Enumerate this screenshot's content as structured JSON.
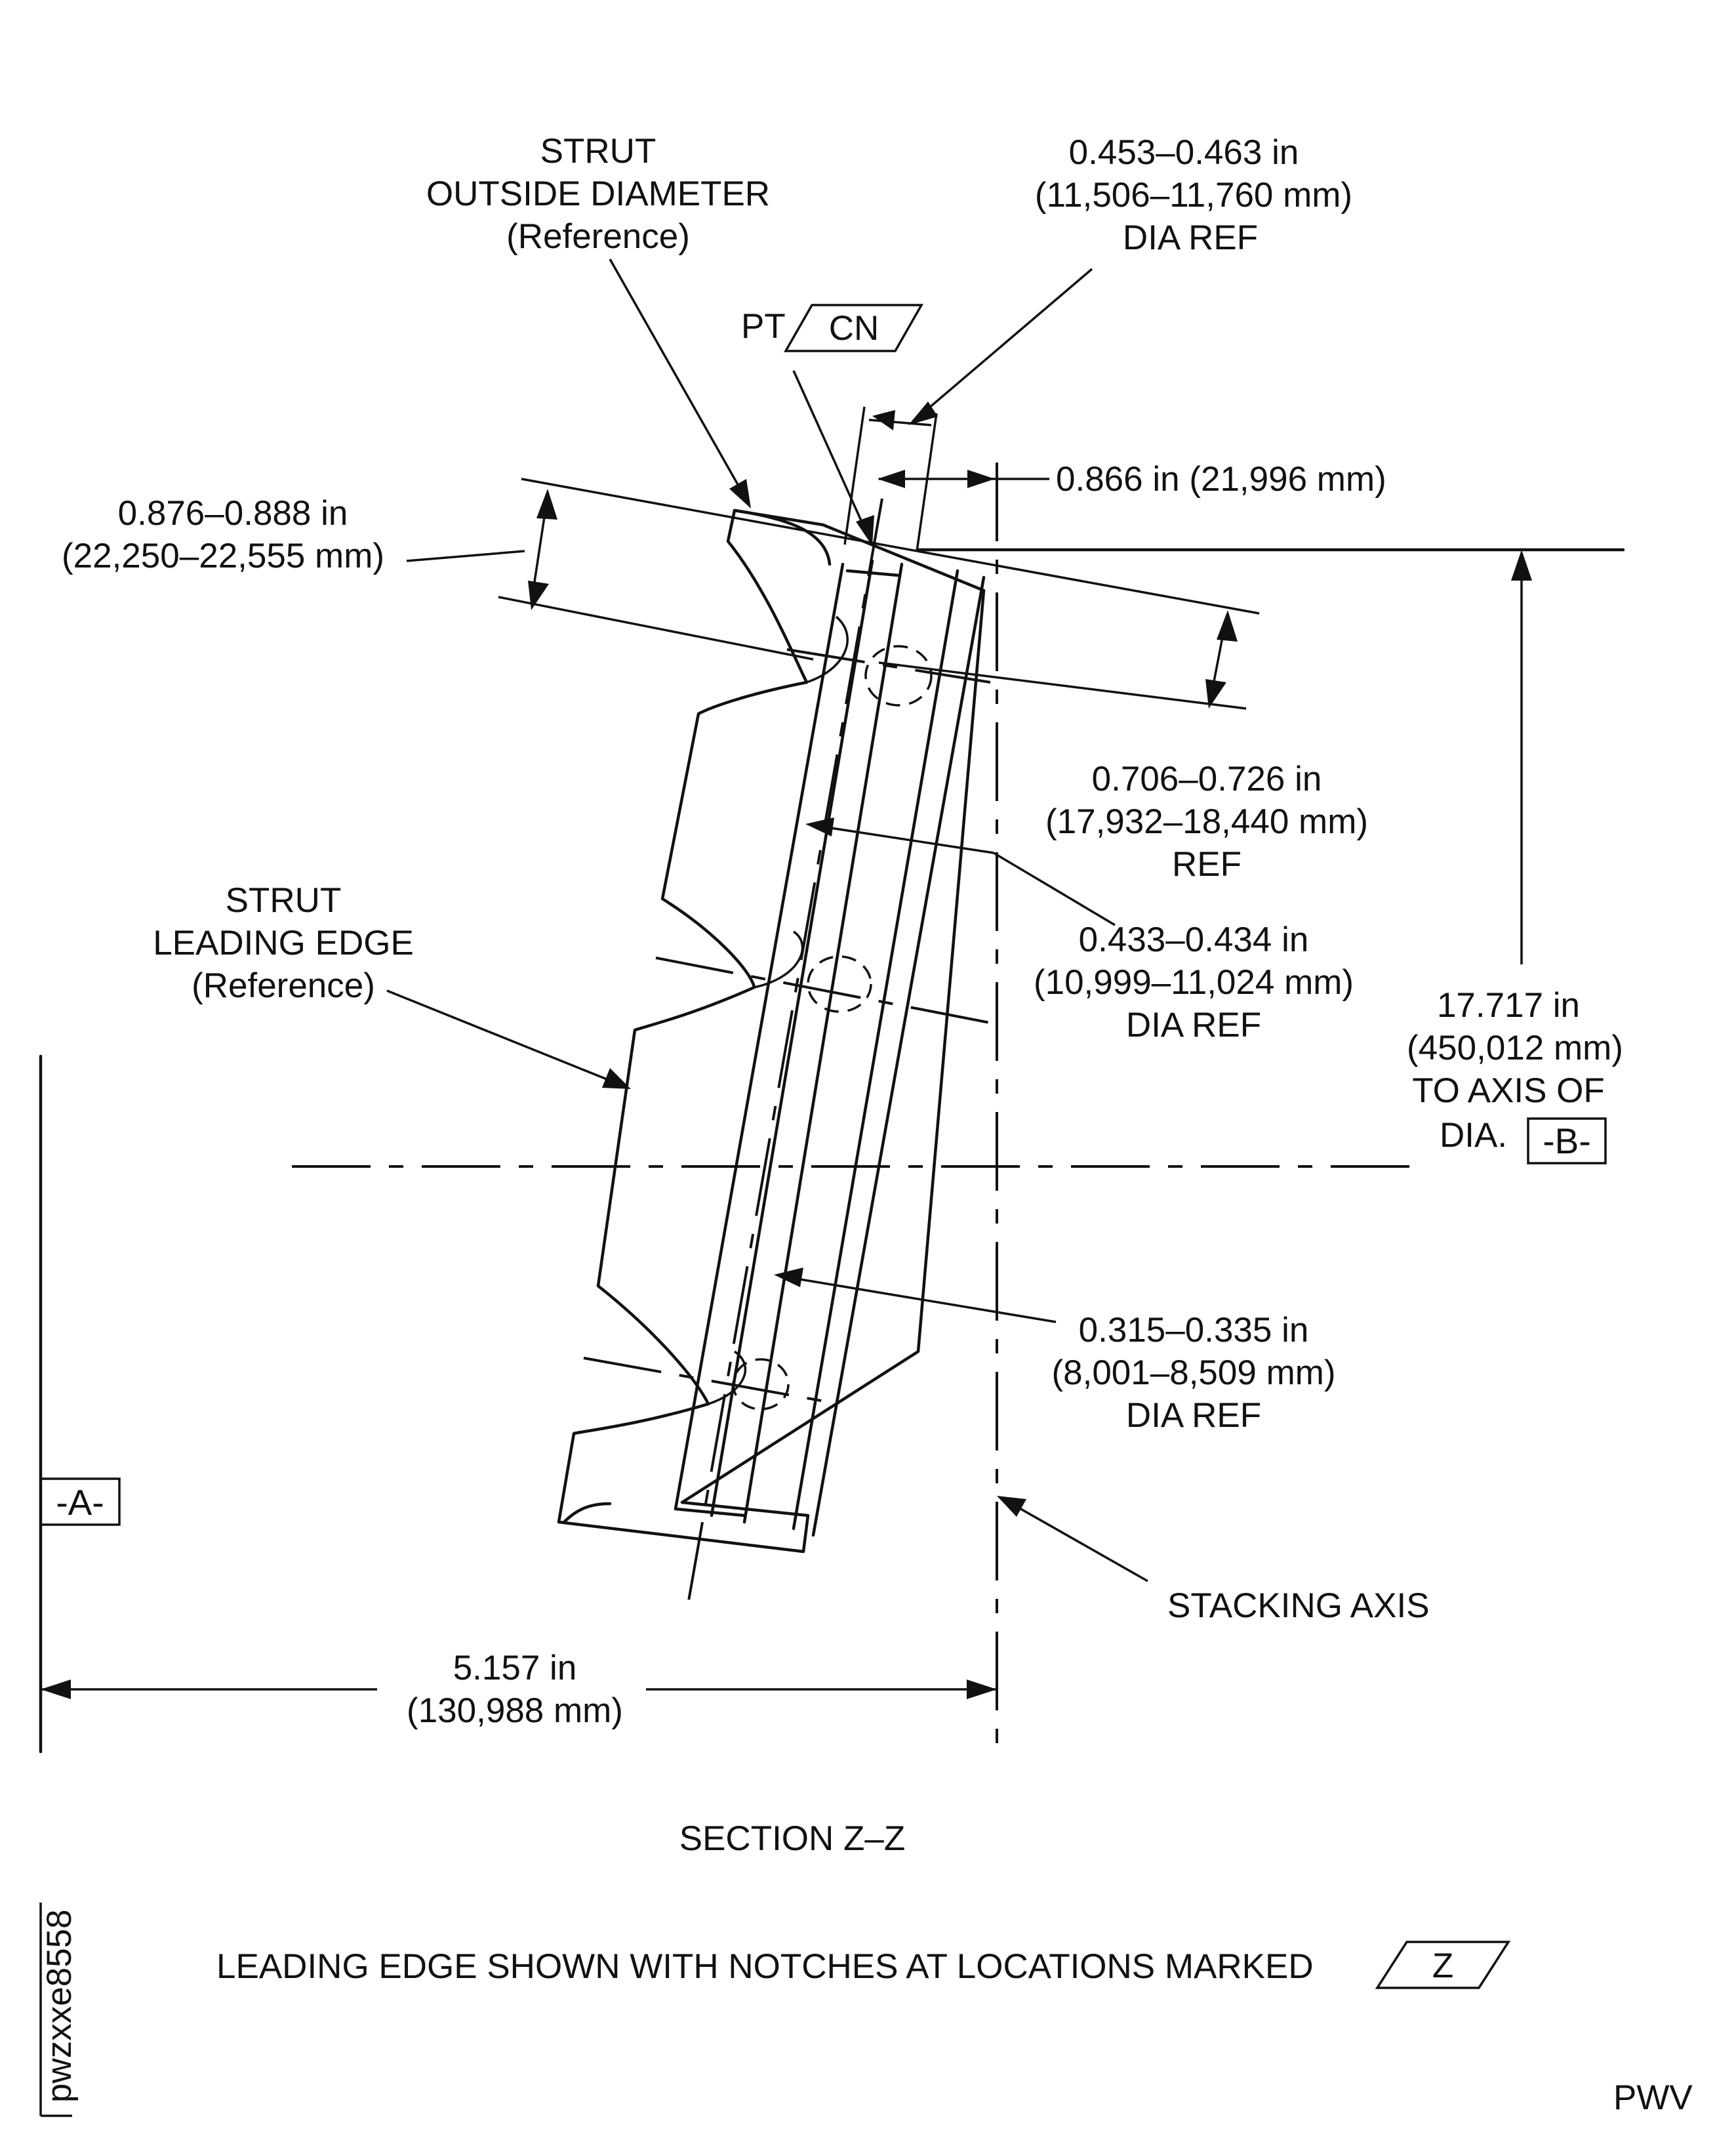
{
  "labels": {
    "strut_od": [
      "STRUT",
      "OUTSIDE DIAMETER",
      "(Reference)"
    ],
    "dim_453": [
      "0.453–0.463 in",
      "(11,506–11,760 mm)",
      "DIA REF"
    ],
    "pt": "PT",
    "cn": "CN",
    "dim_866": "0.866 in (21,996 mm)",
    "dim_876": [
      "0.876–0.888 in",
      "(22,250–22,555 mm)"
    ],
    "dim_706": [
      "0.706–0.726 in",
      "(17,932–18,440 mm)",
      "REF"
    ],
    "strut_le": [
      "STRUT",
      "LEADING EDGE",
      "(Reference)"
    ],
    "dim_433": [
      "0.433–0.434 in",
      "(10,999–11,024 mm)",
      "DIA REF"
    ],
    "dim_17717": [
      "17.717 in",
      "(450,012 mm)",
      "TO AXIS OF",
      "DIA."
    ],
    "datum_b": "-B-",
    "dim_315": [
      "0.315–0.335 in",
      "(8,001–8,509 mm)",
      "DIA REF"
    ],
    "datum_a": "-A-",
    "stacking_axis": "STACKING AXIS",
    "dim_5157": [
      "5.157 in",
      "(130,988 mm)"
    ],
    "section": "SECTION Z–Z",
    "note": "LEADING EDGE SHOWN WITH NOTCHES AT LOCATIONS MARKED",
    "note_flag": "Z",
    "drawing_id": "pwzxxe8558",
    "corner_code": "PWV"
  }
}
